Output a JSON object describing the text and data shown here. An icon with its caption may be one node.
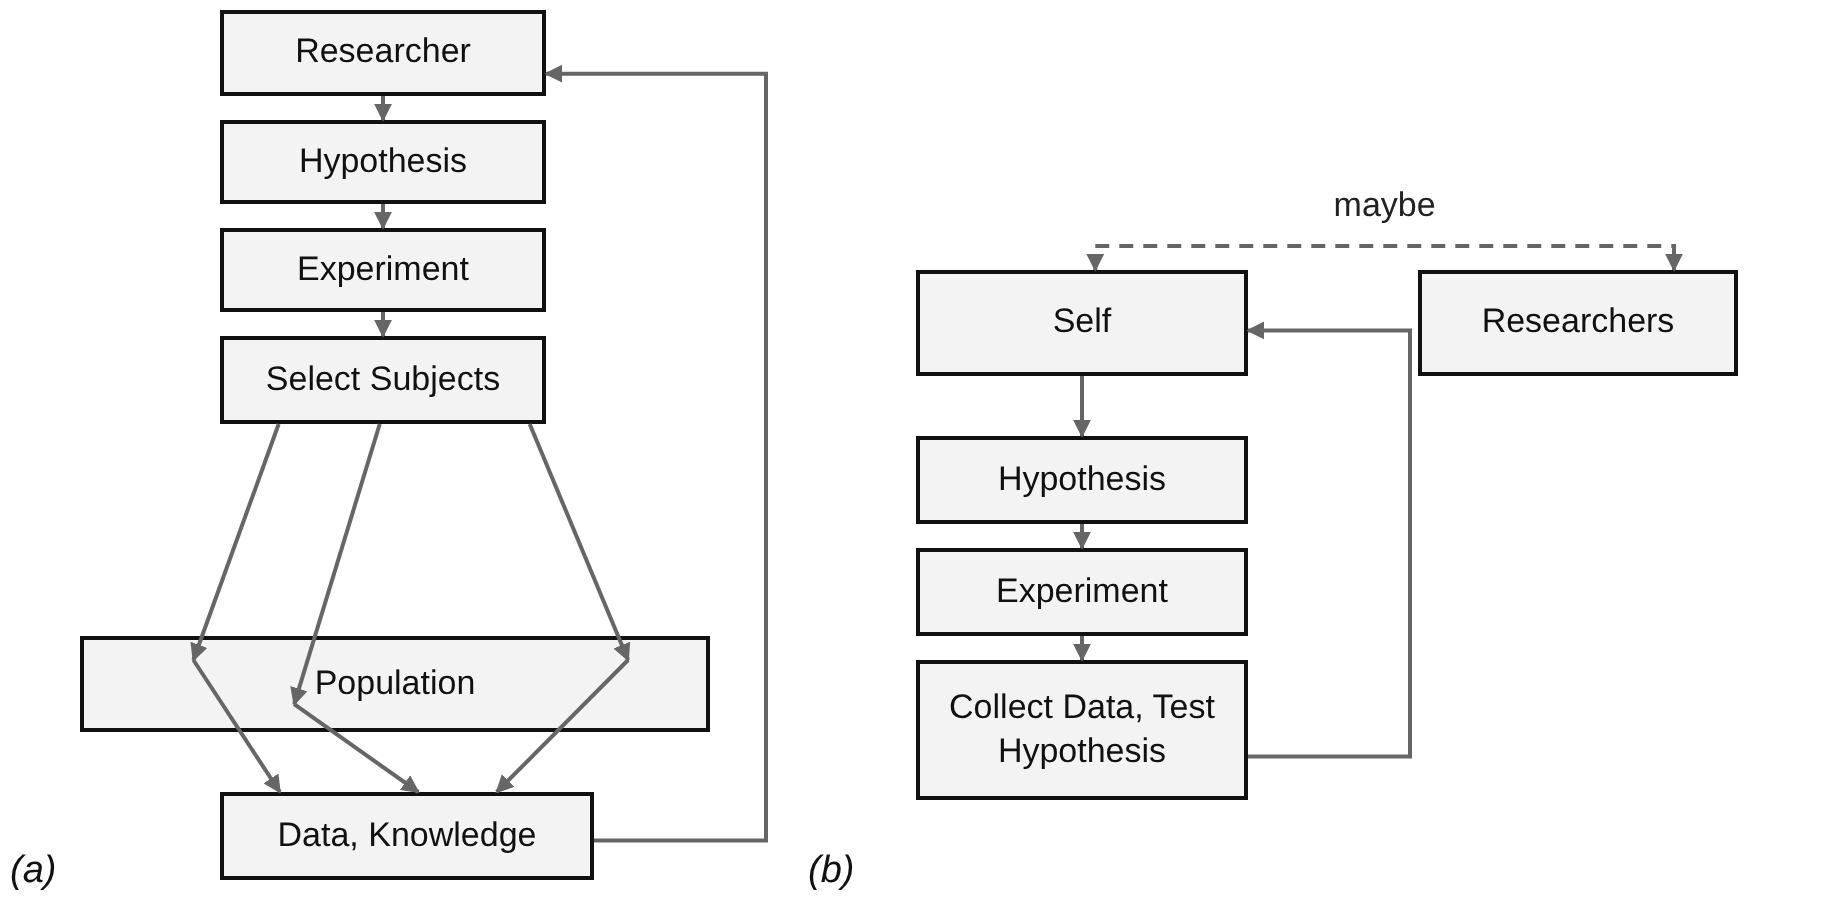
{
  "diagram": {
    "nodes": [
      {
        "text": [
          "Researcher"
        ]
      },
      {
        "text": [
          "Hypothesis"
        ]
      },
      {
        "text": [
          "Experiment"
        ]
      },
      {
        "text": [
          "Select Subjects"
        ]
      },
      {
        "text": [
          "Population"
        ]
      },
      {
        "text": [
          "Data, Knowledge"
        ]
      },
      {
        "text": [
          "Self"
        ]
      },
      {
        "text": [
          "Researchers"
        ]
      },
      {
        "text": [
          "Hypothesis"
        ]
      },
      {
        "text": [
          "Experiment"
        ]
      },
      {
        "text": [
          "Collect Data, Test Hypothesis"
        ]
      }
    ],
    "edges": [
      {
        "from": 0,
        "to": 1,
        "arrow": "to"
      },
      {
        "from": 1,
        "to": 2,
        "arrow": "to"
      },
      {
        "from": 2,
        "to": 3,
        "arrow": "to"
      },
      {
        "from": 3,
        "to": 4,
        "arrow": "to"
      },
      {
        "from": 3,
        "to": 4,
        "arrow": "to"
      },
      {
        "from": 3,
        "to": 4,
        "arrow": "to"
      },
      {
        "from": 4,
        "to": 5,
        "arrow": "to"
      },
      {
        "from": 4,
        "to": 5,
        "arrow": "to"
      },
      {
        "from": 4,
        "to": 5,
        "arrow": "to"
      },
      {
        "from": 5,
        "to": 0,
        "arrow": "to"
      },
      {
        "from": 6,
        "to": 7,
        "arrow": "both",
        "label": "maybe",
        "style": "dashed"
      },
      {
        "from": 6,
        "to": 8,
        "arrow": "to"
      },
      {
        "from": 8,
        "to": 9,
        "arrow": "to"
      },
      {
        "from": 9,
        "to": 10,
        "arrow": "to"
      },
      {
        "from": 10,
        "to": 6,
        "arrow": "to"
      }
    ],
    "labels": [
      "(a)",
      "(b)"
    ]
  }
}
